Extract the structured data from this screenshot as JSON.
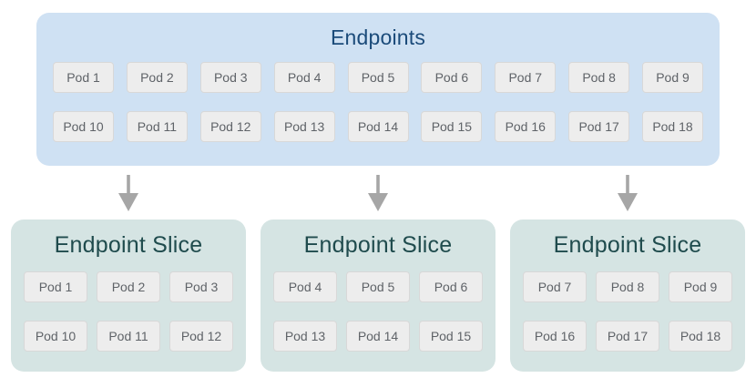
{
  "endpoints": {
    "title": "Endpoints",
    "rows": [
      [
        "Pod 1",
        "Pod 2",
        "Pod 3",
        "Pod 4",
        "Pod 5",
        "Pod 6",
        "Pod 7",
        "Pod 8",
        "Pod 9"
      ],
      [
        "Pod 10",
        "Pod 11",
        "Pod 12",
        "Pod 13",
        "Pod 14",
        "Pod 15",
        "Pod 16",
        "Pod 17",
        "Pod 18"
      ]
    ]
  },
  "slices": [
    {
      "title": "Endpoint Slice",
      "rows": [
        [
          "Pod 1",
          "Pod 2",
          "Pod 3"
        ],
        [
          "Pod 10",
          "Pod 11",
          "Pod 12"
        ]
      ]
    },
    {
      "title": "Endpoint Slice",
      "rows": [
        [
          "Pod 4",
          "Pod 5",
          "Pod 6"
        ],
        [
          "Pod 13",
          "Pod 14",
          "Pod 15"
        ]
      ]
    },
    {
      "title": "Endpoint Slice",
      "rows": [
        [
          "Pod 7",
          "Pod 8",
          "Pod 9"
        ],
        [
          "Pod 16",
          "Pod 17",
          "Pod 18"
        ]
      ]
    }
  ],
  "icons": {
    "arrow": "down-arrow"
  },
  "colors": {
    "endpoints_bg": "#cfe1f3",
    "endpoints_title": "#1b4b7a",
    "slice_bg": "#d5e4e3",
    "slice_title": "#1f4b4d",
    "pod_bg": "#ededed",
    "pod_border": "#d8d8d8",
    "pod_text": "#5f6368",
    "arrow": "#a6a6a6"
  }
}
